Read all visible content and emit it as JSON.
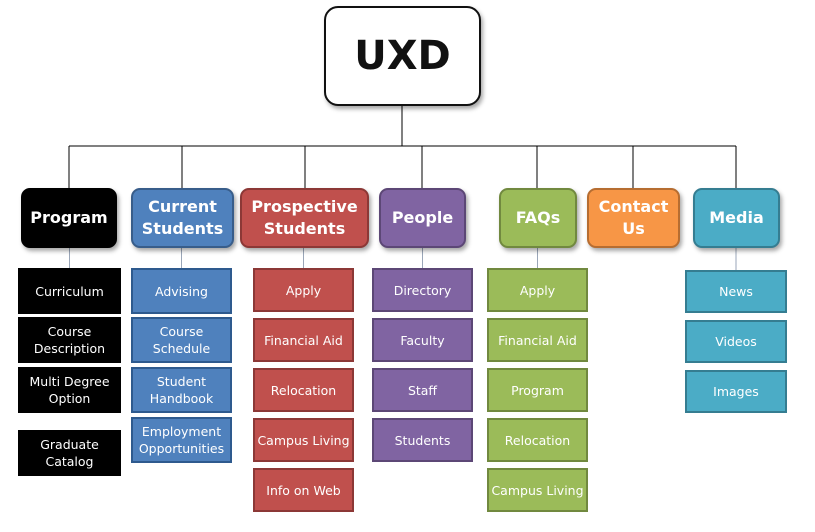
{
  "root": {
    "label": "UXD"
  },
  "categories": [
    {
      "id": "program",
      "label": "Program",
      "style": {
        "bg": "#000000",
        "border": "#000000",
        "text": "#ffffff",
        "sub_bg": "#000000",
        "sub_border": "#000000",
        "sub_text": "#ffffff"
      },
      "items": [
        "Curriculum",
        "Course\nDescription",
        "Multi Degree\nOption",
        "Graduate\nCatalog"
      ]
    },
    {
      "id": "current-students",
      "label": "Current\nStudents",
      "style": {
        "bg": "#4f81bd",
        "border": "#385d8a",
        "text": "#ffffff",
        "sub_bg": "#4f81bd",
        "sub_border": "#2e5a8e",
        "sub_text": "#ffffff"
      },
      "items": [
        "Advising",
        "Course\nSchedule",
        "Student\nHandbook",
        "Employment\nOpportunities"
      ]
    },
    {
      "id": "prospective-students",
      "label": "Prospective\nStudents",
      "style": {
        "bg": "#c0504d",
        "border": "#8c3836",
        "text": "#ffffff",
        "sub_bg": "#c0504d",
        "sub_border": "#8c3836",
        "sub_text": "#ffffff"
      },
      "items": [
        "Apply",
        "Financial Aid",
        "Relocation",
        "Campus Living",
        "Info on Web"
      ]
    },
    {
      "id": "people",
      "label": "People",
      "style": {
        "bg": "#8064a2",
        "border": "#5c4776",
        "text": "#ffffff",
        "sub_bg": "#8064a2",
        "sub_border": "#5c4776",
        "sub_text": "#ffffff"
      },
      "items": [
        "Directory",
        "Faculty",
        "Staff",
        "Students"
      ]
    },
    {
      "id": "faqs",
      "label": "FAQs",
      "style": {
        "bg": "#9bbb59",
        "border": "#71893f",
        "text": "#ffffff",
        "sub_bg": "#9bbb59",
        "sub_border": "#71893f",
        "sub_text": "#ffffff"
      },
      "items": [
        "Apply",
        "Financial Aid",
        "Program",
        "Relocation",
        "Campus Living"
      ]
    },
    {
      "id": "contact-us",
      "label": "Contact\nUs",
      "style": {
        "bg": "#f79646",
        "border": "#b66d31",
        "text": "#ffffff",
        "sub_bg": "#f79646",
        "sub_border": "#b66d31",
        "sub_text": "#ffffff"
      },
      "items": []
    },
    {
      "id": "media",
      "label": "Media",
      "style": {
        "bg": "#4bacc6",
        "border": "#357d91",
        "text": "#ffffff",
        "sub_bg": "#4bacc6",
        "sub_border": "#357d91",
        "sub_text": "#ffffff"
      },
      "items": [
        "News",
        "Videos",
        "Images"
      ]
    }
  ]
}
